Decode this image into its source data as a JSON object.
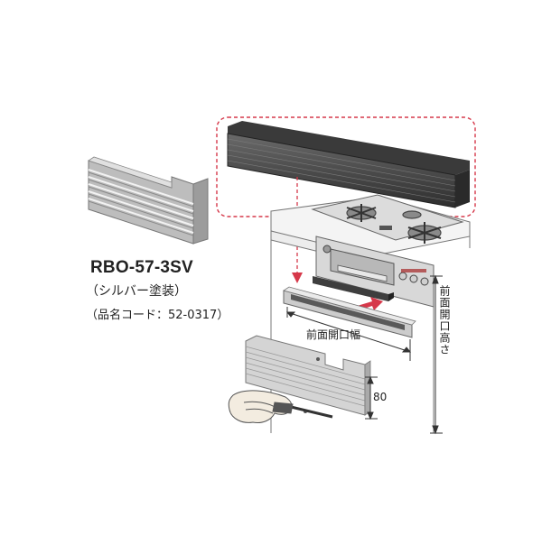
{
  "product": {
    "model": "RBO-57-3SV",
    "finish": "（シルバー塗装）",
    "code_line": "（品名コード：52-0317）"
  },
  "dimensions": {
    "front_opening_width": "前面開口幅",
    "front_opening_height": "前面開口高さ",
    "depth_value": "80"
  },
  "colors": {
    "highlight_dashed": "#d6384a",
    "panel_dark": "#4a4a4a",
    "silver": "#c8c8c8"
  }
}
